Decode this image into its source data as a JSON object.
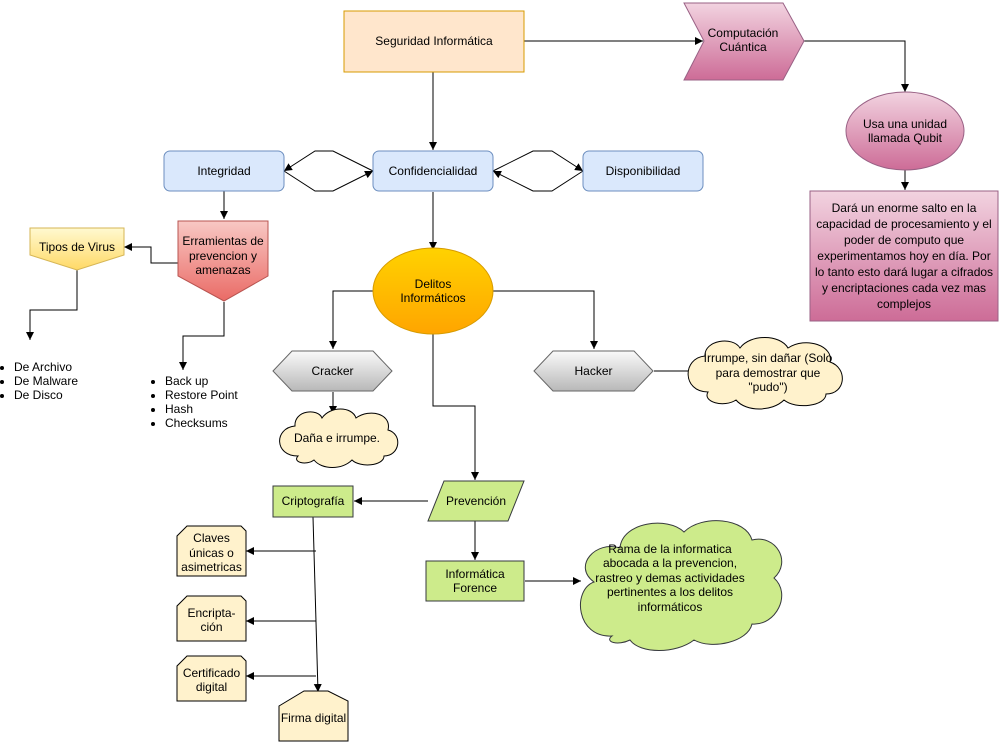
{
  "diagram": {
    "root": "Seguridad Informática",
    "quantum": {
      "title": "Computación Cuántica",
      "qubit": "Usa una unidad llamada Qubit",
      "description": "Dará un enorme salto en la capacidad de procesamiento y el poder de computo que experimentamos hoy en día. Por lo tanto esto dará lugar a cifrados y encriptaciones cada vez mas complejos"
    },
    "pillars": {
      "integrity": "Integridad",
      "confidentiality": "Confidencialidad",
      "availability": "Disponibilidad"
    },
    "tools": {
      "title": "Erramientas de prevencion y amenazas",
      "items": [
        "Back up",
        "Restore Point",
        "Hash",
        "Checksums"
      ]
    },
    "viruses": {
      "title": "Tipos de Virus",
      "items": [
        "De Archivo",
        "De Malware",
        "De Disco"
      ]
    },
    "crimes": "Delitos Informáticos",
    "cracker": {
      "label": "Cracker",
      "note": "Daña e irrumpe."
    },
    "hacker": {
      "label": "Hacker",
      "note": "Irrumpe, sin dañar (Solo para demostrar que \"pudo\")"
    },
    "prevention": "Prevención",
    "forensics": {
      "label": "Informática Forence",
      "note": "Rama de la informatica abocada a la prevencion, rastreo y demas actividades pertinentes a los delitos informáticos"
    },
    "crypto": {
      "label": "Criptografía",
      "keys": "Claves únicas o asimetricas",
      "encryption": "Encripta-ción",
      "certificate": "Certificado digital",
      "signature": "Firma digital"
    }
  }
}
